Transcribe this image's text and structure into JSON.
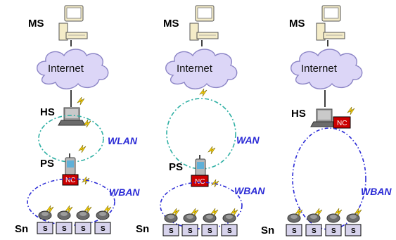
{
  "colors": {
    "cloud_fill": "#dcd6f7",
    "cloud_stroke": "#8c85c6",
    "wlan_ring": "#2fb0a4",
    "wban_ring": "#2b2bd6",
    "nc_fill": "#cc0000",
    "sensor_fill": "#d7d3ec",
    "bolt": "#ffd400",
    "label_blue": "#2b2bd6"
  },
  "icons": {
    "server": "desktop-computer-icon",
    "cloud": "cloud-icon",
    "home_server": "laptop-icon",
    "personal_server": "handheld-device-icon",
    "sensor": "sensor-node-icon",
    "wireless": "lightning-bolt-icon"
  },
  "scenarios": [
    {
      "ms_label": "MS",
      "cloud_label": "Internet",
      "hs_label": "HS",
      "ps_label": "PS",
      "nc_label": "NC",
      "net1_label": "WLAN",
      "net2_label": "WBAN",
      "sn_label": "Sn",
      "sensor_label": "S"
    },
    {
      "ms_label": "MS",
      "cloud_label": "Internet",
      "ps_label": "PS",
      "nc_label": "NC",
      "net1_label": "WAN",
      "net2_label": "WBAN",
      "sn_label": "Sn",
      "sensor_label": "S"
    },
    {
      "ms_label": "MS",
      "cloud_label": "Internet",
      "hs_label": "HS",
      "nc_label": "NC",
      "net2_label": "WBAN",
      "sn_label": "Sn",
      "sensor_label": "S"
    }
  ]
}
